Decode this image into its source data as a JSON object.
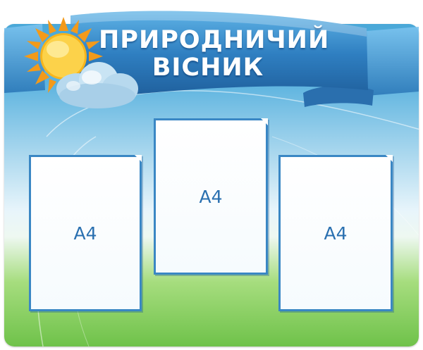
{
  "board": {
    "title_line1": "ПРИРОДНИЧИЙ",
    "title_line2": "ВІСНИК"
  },
  "pockets": [
    {
      "label": "A4"
    },
    {
      "label": "A4"
    },
    {
      "label": "A4"
    }
  ],
  "icons": [
    "sun-icon",
    "cloud-icon",
    "ribbon-banner"
  ],
  "colors": {
    "sky_top": "#4aa8d8",
    "grass_bottom": "#6fc24a",
    "ribbon": "#2f7fc1",
    "pocket_border": "#3a87c4",
    "label_text": "#2a70b0",
    "sun": "#f7b51c"
  }
}
